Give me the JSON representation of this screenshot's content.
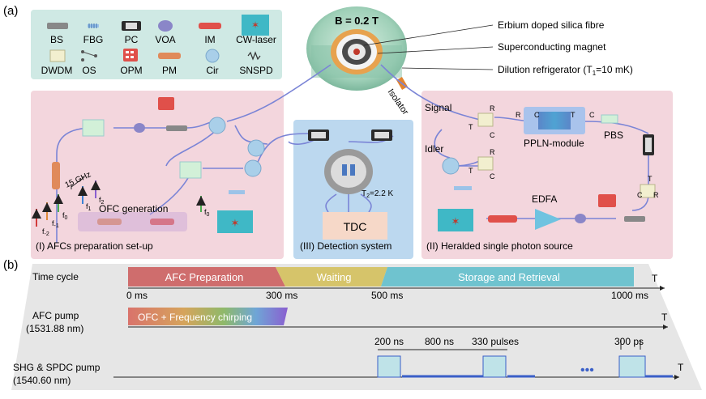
{
  "panel_labels": {
    "a": "(a)",
    "b": "(b)"
  },
  "legend": [
    {
      "label": "BS",
      "icon": "beam-splitter-icon"
    },
    {
      "label": "FBG",
      "icon": "fiber-bragg-grating-icon"
    },
    {
      "label": "PC",
      "icon": "polarization-controller-icon"
    },
    {
      "label": "VOA",
      "icon": "variable-optical-attenuator-icon"
    },
    {
      "label": "IM",
      "icon": "intensity-modulator-icon"
    },
    {
      "label": "CW-laser",
      "icon": "cw-laser-icon"
    },
    {
      "label": "DWDM",
      "icon": "dwdm-icon"
    },
    {
      "label": "OS",
      "icon": "optical-switch-icon"
    },
    {
      "label": "OPM",
      "icon": "optical-power-meter-icon"
    },
    {
      "label": "PM",
      "icon": "phase-modulator-icon"
    },
    {
      "label": "Cir",
      "icon": "circulator-icon"
    },
    {
      "label": "SNSPD",
      "icon": "snspd-icon"
    }
  ],
  "cryostat": {
    "field": "B = 0.2 T",
    "callouts": [
      "Erbium doped silica fibre",
      "Superconducting magnet",
      "Dilution refrigerator (T"
    ],
    "t1_sub": "1",
    "t1_tail": "=10 mK)"
  },
  "isolator": "Isolator",
  "afc_box": {
    "title": "(I) AFCs preparation set-up",
    "ofc": "OFC generation",
    "ghz": "15 GHz",
    "f_labels": [
      {
        "main": "f",
        "sub": "-2"
      },
      {
        "main": "f",
        "sub": "-1"
      },
      {
        "main": "f",
        "sub": "0"
      },
      {
        "main": "f",
        "sub": "1"
      },
      {
        "main": "f",
        "sub": "2"
      },
      {
        "main": "f",
        "sub": "0"
      }
    ]
  },
  "detection_box": {
    "title": "(III) Detection system",
    "temp_main": "T",
    "temp_sub": "2",
    "temp_tail": "=2.2 K",
    "tdc": "TDC"
  },
  "source_box": {
    "title": "(II) Heralded single photon source",
    "signal": "Signal",
    "idler": "Idler",
    "ppln": "PPLN-module",
    "pbs": "PBS",
    "edfa": "EDFA",
    "ports": [
      "T",
      "R",
      "C",
      "T",
      "R",
      "C",
      "R",
      "C",
      "T",
      "C",
      "T",
      "C",
      "R"
    ]
  },
  "timeline": {
    "rows": [
      {
        "label": "Time cycle"
      },
      {
        "label": "AFC pump",
        "sublabel": "(1531.88 nm)"
      },
      {
        "label": "SHG & SPDC pump",
        "sublabel": "(1540.60 nm)"
      }
    ],
    "phases": [
      "AFC Preparation",
      "Waiting",
      "Storage and Retrieval"
    ],
    "phase_colors": [
      "#cf6d6d",
      "#d6c46a",
      "#6fc3cf"
    ],
    "ticks": [
      "0 ms",
      "300 ms",
      "500 ms",
      "1000 ms"
    ],
    "axis_T": "T",
    "afc_pump_bar": "OFC + Frequency chirping",
    "pulse_labels": [
      "200 ns",
      "800 ns",
      "330 pulses",
      "300 ps"
    ],
    "ellipsis": "•••"
  }
}
